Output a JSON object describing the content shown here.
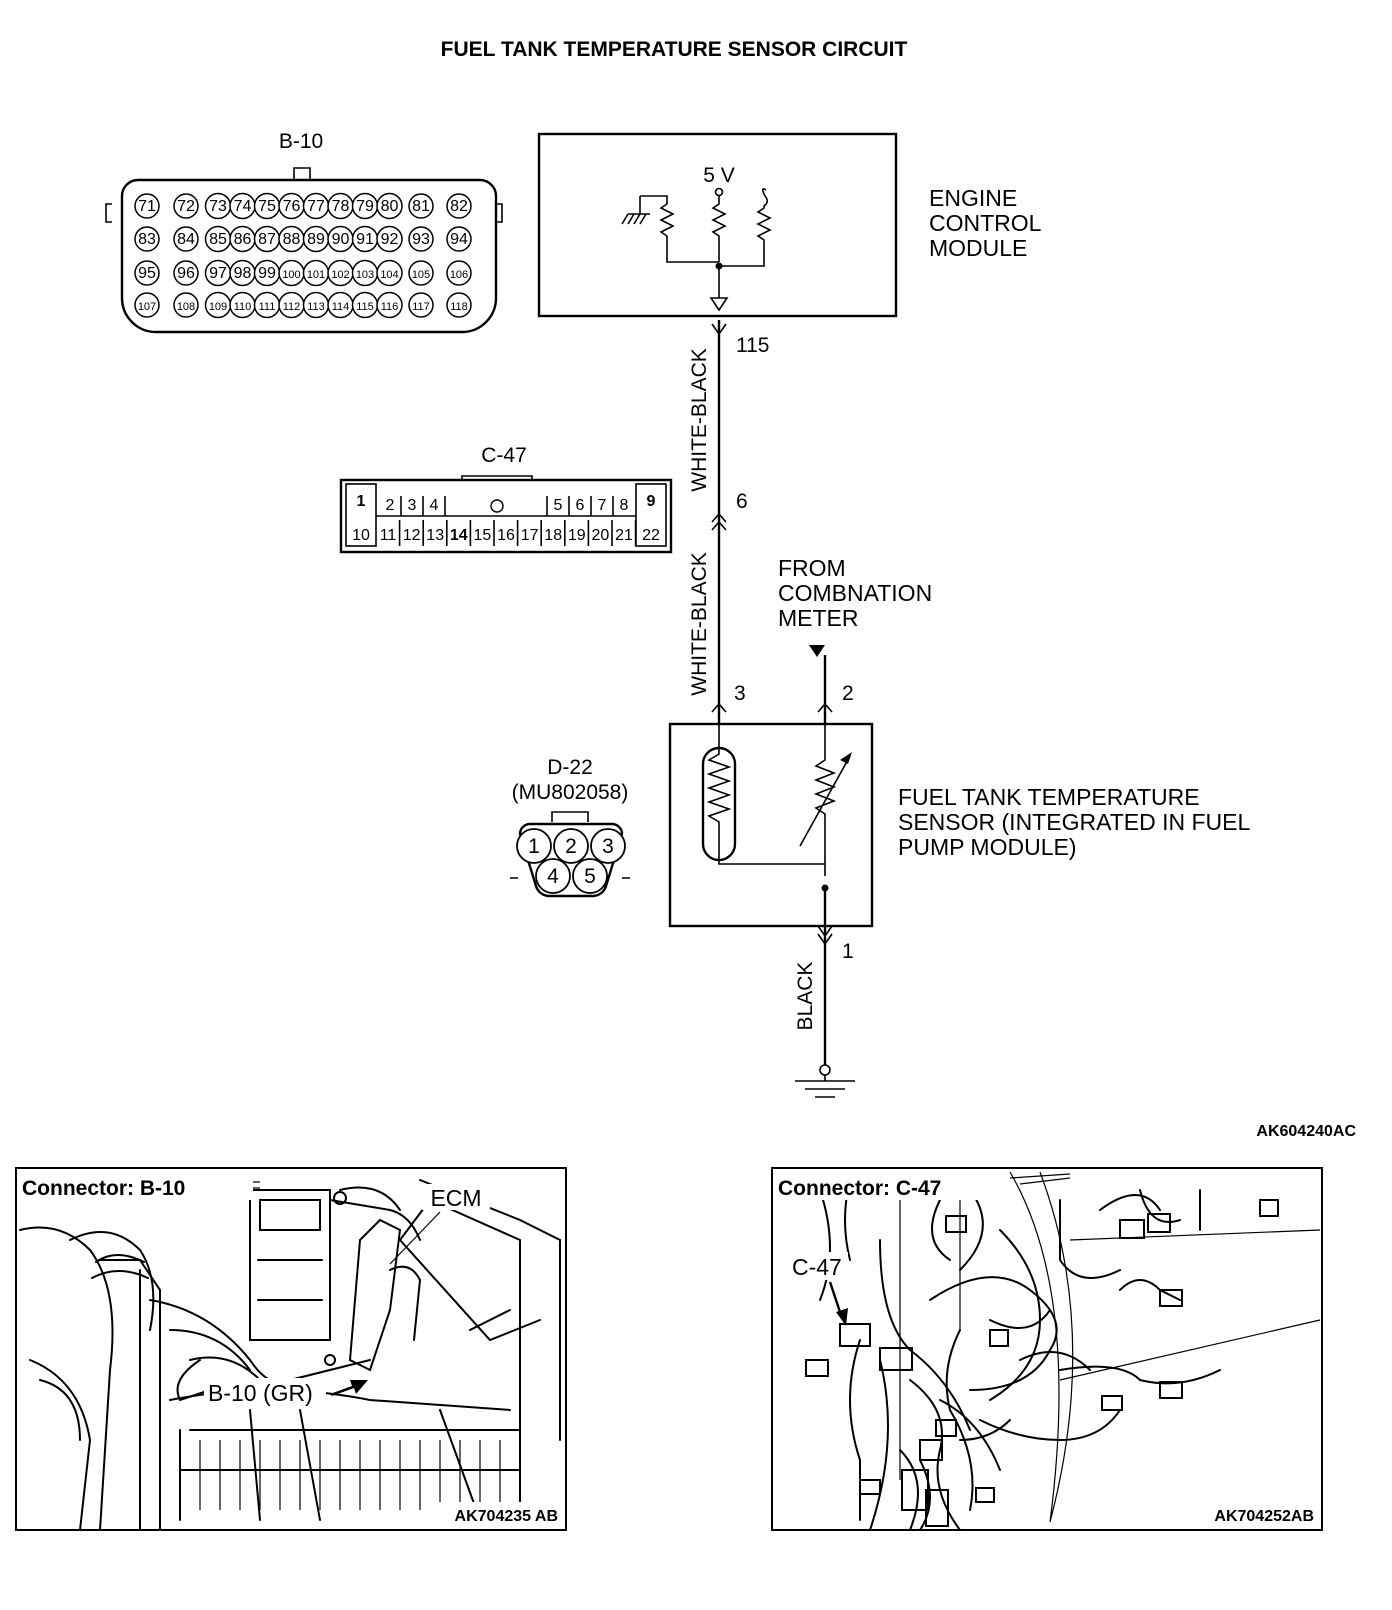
{
  "title": "FUEL TANK TEMPERATURE SENSOR CIRCUIT",
  "ecm": {
    "label_lines": [
      "ENGINE",
      "CONTROL",
      "MODULE"
    ],
    "supply": "5 V"
  },
  "connectors": {
    "b10": {
      "name": "B-10",
      "rows": [
        [
          "71",
          "72",
          "73",
          "74",
          "75",
          "76",
          "77",
          "78",
          "79",
          "80",
          "81",
          "82"
        ],
        [
          "83",
          "84",
          "85",
          "86",
          "87",
          "88",
          "89",
          "90",
          "91",
          "92",
          "93",
          "94"
        ],
        [
          "95",
          "96",
          "97",
          "98",
          "99",
          "100",
          "101",
          "102",
          "103",
          "104",
          "105",
          "106"
        ],
        [
          "107",
          "108",
          "109",
          "110",
          "111",
          "112",
          "113",
          "114",
          "115",
          "116",
          "117",
          "118"
        ]
      ]
    },
    "c47": {
      "name": "C-47",
      "top_left": "1",
      "top_mid": [
        "2",
        "3",
        "4"
      ],
      "top_right": [
        "5",
        "6",
        "7",
        "8"
      ],
      "top_end": "9",
      "bottom": [
        "10",
        "11",
        "12",
        "13",
        "14",
        "15",
        "16",
        "17",
        "18",
        "19",
        "20",
        "21",
        "22"
      ]
    },
    "d22": {
      "name": "D-22",
      "part": "(MU802058)",
      "pins": [
        "1",
        "2",
        "3",
        "4",
        "5"
      ]
    }
  },
  "pins": {
    "ecm_115": "115",
    "c47_6": "6",
    "d22_3": "3",
    "d22_2": "2",
    "d22_1": "1"
  },
  "wires": {
    "upper": "WHITE-BLACK",
    "middle": "WHITE-BLACK",
    "ground": "BLACK"
  },
  "from_meter_lines": [
    "FROM",
    "COMBNATION",
    "METER"
  ],
  "sensor_label_lines": [
    "FUEL TANK TEMPERATURE",
    "SENSOR (INTEGRATED IN FUEL",
    "PUMP MODULE)"
  ],
  "figure_code": "AK604240AC",
  "photos": {
    "left": {
      "title": "Connector: B-10",
      "ecm": "ECM",
      "callout": "B-10 (GR)",
      "code": "AK704235 AB"
    },
    "right": {
      "title": "Connector: C-47",
      "callout": "C-47",
      "code": "AK704252AB"
    }
  }
}
